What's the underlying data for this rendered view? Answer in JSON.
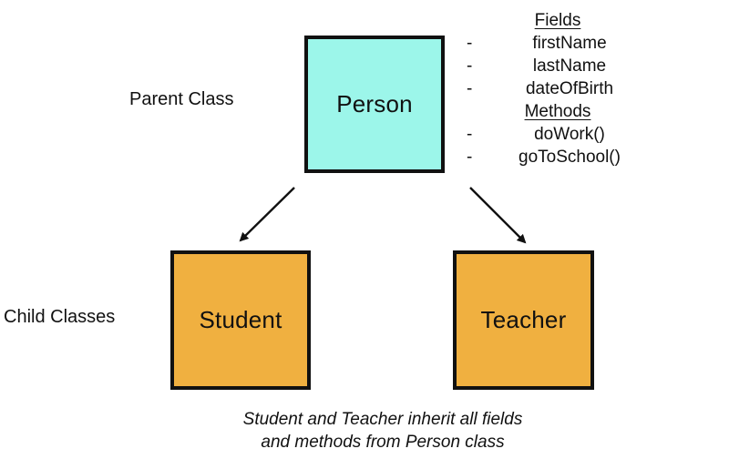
{
  "labels": {
    "parent": "Parent Class",
    "child": "Child Classes"
  },
  "classes": {
    "parent": "Person",
    "child_1": "Student",
    "child_2": "Teacher"
  },
  "members": {
    "fields_header": "Fields",
    "fields": [
      "firstName",
      "lastName",
      "dateOfBirth"
    ],
    "methods_header": "Methods",
    "methods": [
      "doWork()",
      "goToSchool()"
    ]
  },
  "caption": {
    "line1": "Student and Teacher inherit all fields",
    "line2": "and methods from Person class"
  },
  "colors": {
    "parent_fill": "#9cf6ea",
    "child_fill": "#f0b040",
    "stroke": "#111111"
  }
}
